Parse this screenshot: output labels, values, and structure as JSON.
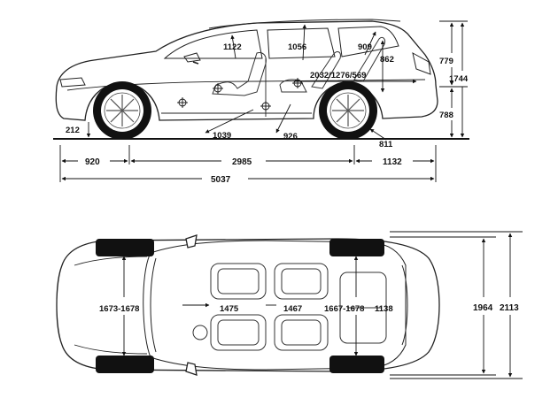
{
  "side_view": {
    "labels": {
      "headroom_front": "1122",
      "headroom_rear": "1056",
      "cargo_length": "909",
      "height_upper": "779",
      "overall_height": "1744",
      "cargo_sill": "862",
      "cargo_floor_length": "2032/1276/569",
      "height_lower": "788",
      "ground_clearance": "212",
      "legroom_front": "1039",
      "legroom_rear": "926",
      "rear_overhang_angle": "811",
      "front_overhang": "920",
      "wheelbase": "2985",
      "rear_overhang": "1132",
      "overall_length": "5037"
    }
  },
  "top_view": {
    "labels": {
      "front_track": "1673-1678",
      "shoulder_front": "1475",
      "shoulder_rear": "1467",
      "rear_track": "1667-1678",
      "cargo_width": "1138",
      "body_width": "1964",
      "width_with_mirrors": "2113"
    }
  }
}
